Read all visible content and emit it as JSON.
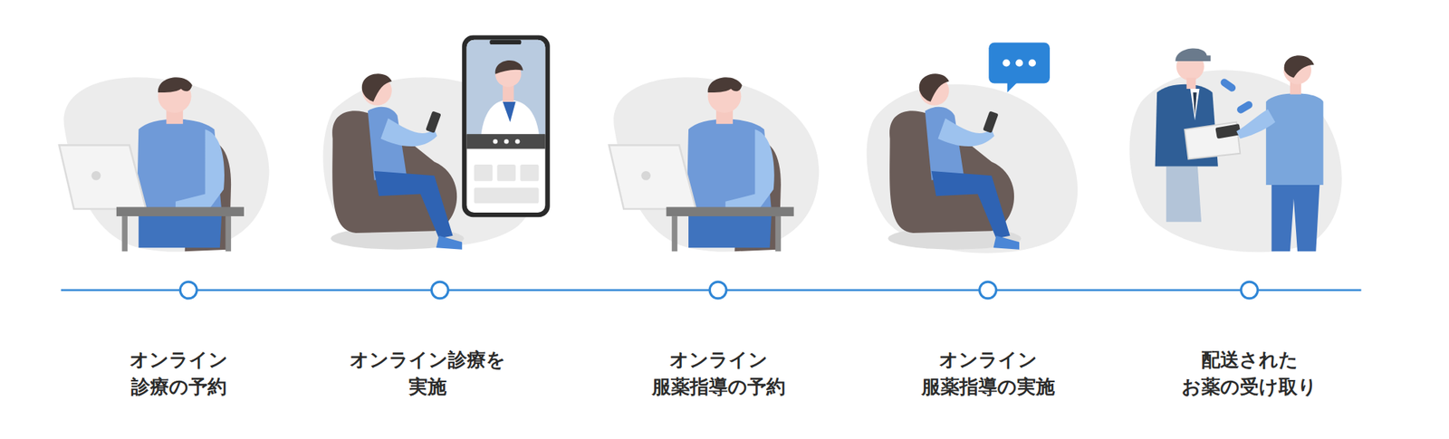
{
  "diagram": {
    "labels": [
      "オンライン 診療の予約",
      "オンライン診療を 実施",
      "オンライン 服薬指導の予約",
      "オンライン 服薬指導の実施",
      "配送された お薬の受け取り"
    ]
  }
}
